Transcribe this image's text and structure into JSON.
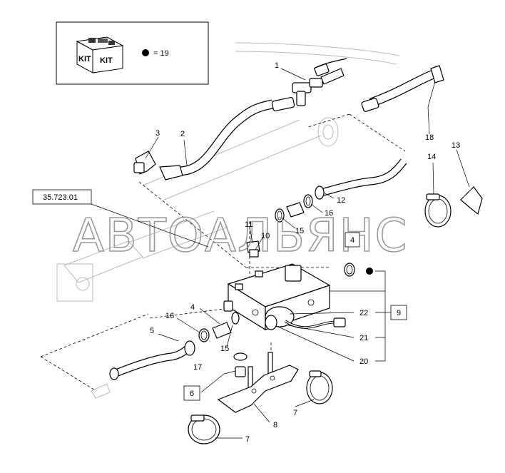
{
  "kit_box": {
    "kit_text_1": "KIT",
    "kit_text_2": "KIT",
    "legend_text": "= 19"
  },
  "reference_label": "35.723.01",
  "watermark": "АВТОАЛЬЯНС",
  "callouts": {
    "c1": "1",
    "c2": "2",
    "c3": "3",
    "c4a": "4",
    "c4b": "4",
    "c5": "5",
    "c6": "6",
    "c7a": "7",
    "c7b": "7",
    "c8": "8",
    "c9": "9",
    "c10": "10",
    "c11": "11",
    "c12": "12",
    "c13": "13",
    "c14": "14",
    "c15a": "15",
    "c15b": "15",
    "c16a": "16",
    "c16b": "16",
    "c17": "17",
    "c18": "18",
    "c20": "20",
    "c21": "21",
    "c22": "22"
  }
}
